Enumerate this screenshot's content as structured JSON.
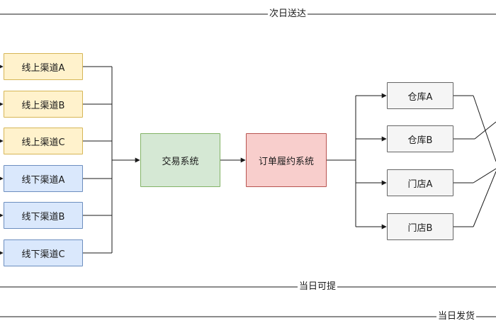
{
  "bands": {
    "next_day": "次日送达",
    "same_day_pickup": "当日可提",
    "same_day_ship": "当日发货"
  },
  "online_channels": [
    "线上渠道A",
    "线上渠道B",
    "线上渠道C"
  ],
  "offline_channels": [
    "线下渠道A",
    "线下渠道B",
    "线下渠道C"
  ],
  "trade_system": "交易系统",
  "fulfillment_system": "订单履约系统",
  "warehouses": [
    "仓库A",
    "仓库B"
  ],
  "stores": [
    "门店A",
    "门店B"
  ],
  "colors": {
    "online_fill": "#fff2cc",
    "online_border": "#d6b656",
    "offline_fill": "#dae8fc",
    "offline_border": "#6c8ebf",
    "trade_fill": "#d5e8d4",
    "trade_border": "#82b366",
    "fulfill_fill": "#f8cecc",
    "fulfill_border": "#b85450",
    "site_fill": "#f5f5f5",
    "site_border": "#666666",
    "line": "#1a1a1a"
  }
}
